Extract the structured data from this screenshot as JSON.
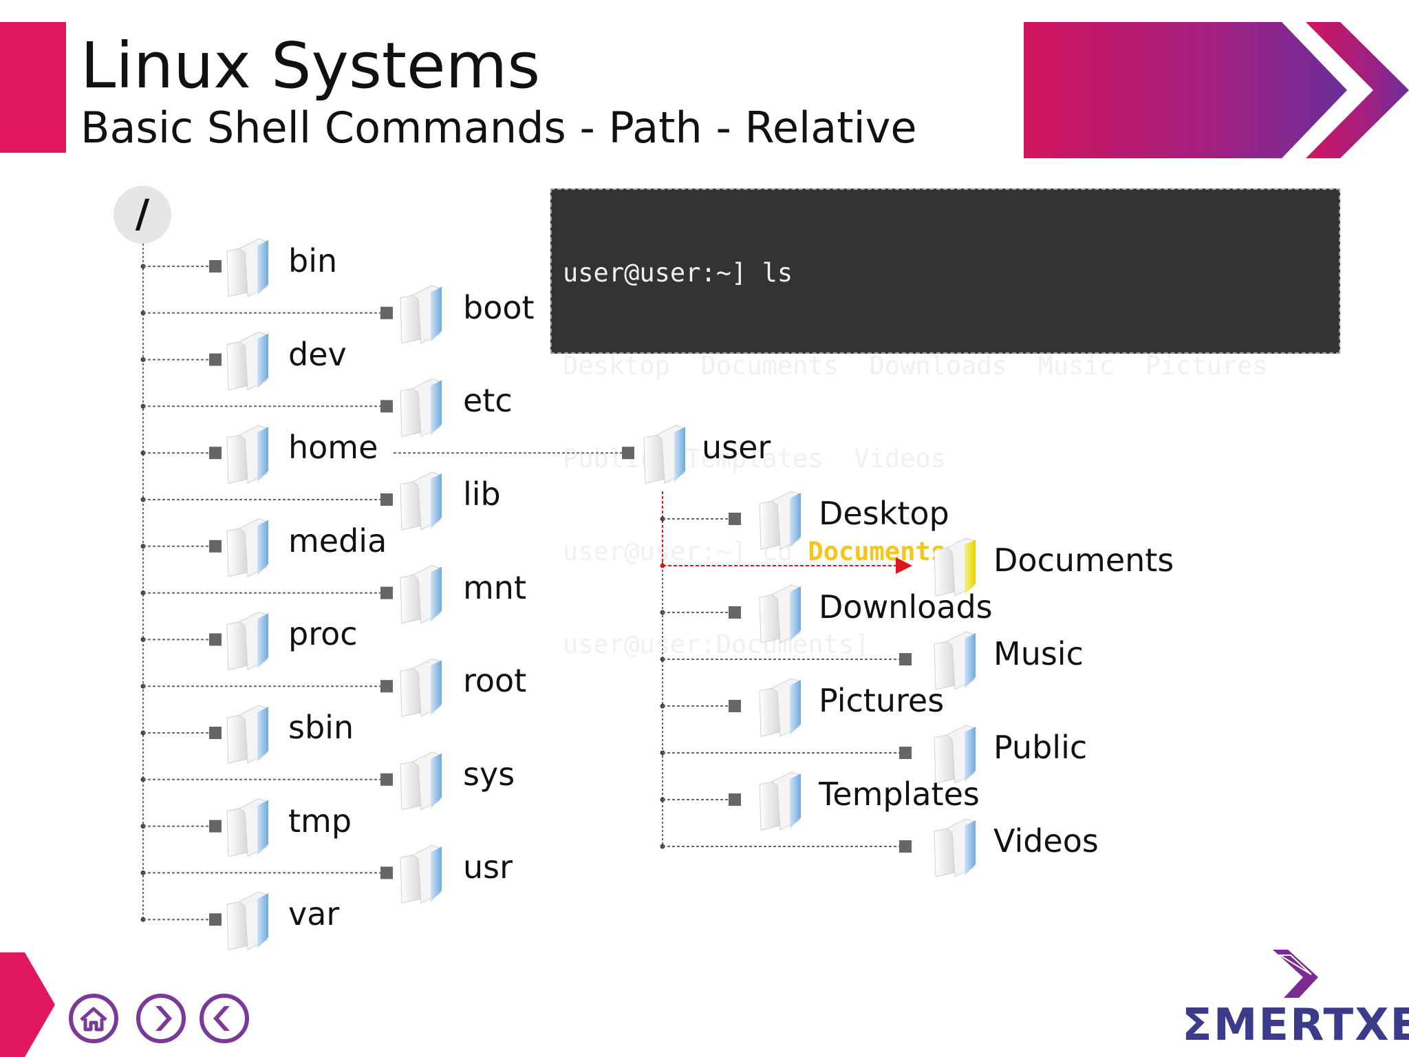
{
  "header": {
    "title": "Linux Systems",
    "subtitle": "Basic Shell Commands - Path - Relative"
  },
  "terminal": {
    "line1": "user@user:~] ls",
    "line2": "Desktop  Documents  Downloads  Music  Pictures",
    "line3": "Public  Templates  Videos",
    "line4_prefix": "user@user:~] cd ",
    "line4_highlight": "Documents/",
    "line5": "user@user:Documents]"
  },
  "root": {
    "label": "/"
  },
  "root_dirs": [
    "bin",
    "boot",
    "dev",
    "etc",
    "home",
    "lib",
    "media",
    "mnt",
    "proc",
    "root",
    "sbin",
    "sys",
    "tmp",
    "usr",
    "var"
  ],
  "home_child": "user",
  "user_dirs": [
    "Desktop",
    "Documents",
    "Downloads",
    "Music",
    "Pictures",
    "Public",
    "Templates",
    "Videos"
  ],
  "highlighted_dir": "Documents",
  "icons": {
    "folder": "folder-icon",
    "home": "home-icon",
    "next": "next-icon",
    "prev": "prev-icon"
  },
  "logo": {
    "text": "ΣMERTXE"
  },
  "colors": {
    "accent": "#e0165f",
    "purple": "#7a3a9a",
    "terminal_bg": "#333333",
    "highlight": "#f5c518",
    "arrow": "#e0161c"
  }
}
